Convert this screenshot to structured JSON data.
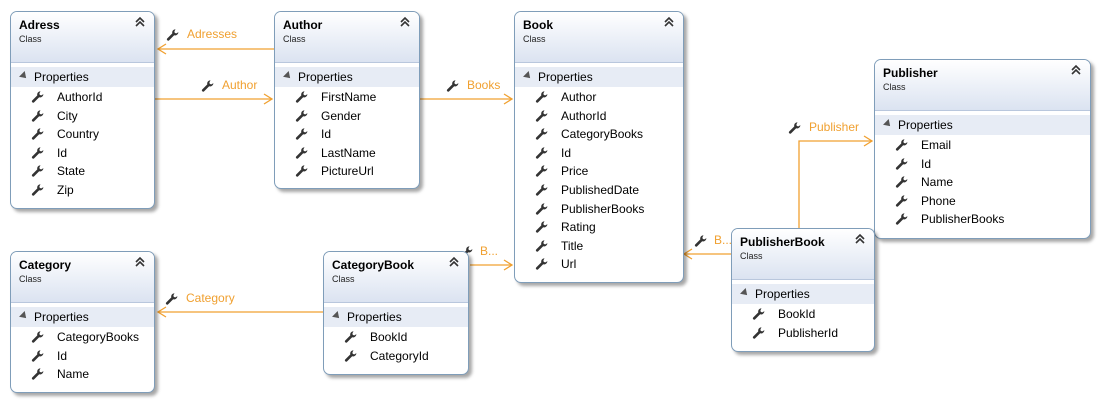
{
  "diagram": {
    "colors": {
      "connector": "#f0a030",
      "border": "#7f9db9",
      "header_from": "#ffffff",
      "header_to": "#dbe3f1"
    },
    "classes": {
      "adress": {
        "name": "Adress",
        "kind": "Class",
        "section": "Properties",
        "props": [
          "AuthorId",
          "City",
          "Country",
          "Id",
          "State",
          "Zip"
        ]
      },
      "author": {
        "name": "Author",
        "kind": "Class",
        "section": "Properties",
        "props": [
          "FirstName",
          "Gender",
          "Id",
          "LastName",
          "PictureUrl"
        ]
      },
      "book": {
        "name": "Book",
        "kind": "Class",
        "section": "Properties",
        "props": [
          "Author",
          "AuthorId",
          "CategoryBooks",
          "Id",
          "Price",
          "PublishedDate",
          "PublisherBooks",
          "Rating",
          "Title",
          "Url"
        ]
      },
      "publisher": {
        "name": "Publisher",
        "kind": "Class",
        "section": "Properties",
        "props": [
          "Email",
          "Id",
          "Name",
          "Phone",
          "PublisherBooks"
        ]
      },
      "category": {
        "name": "Category",
        "kind": "Class",
        "section": "Properties",
        "props": [
          "CategoryBooks",
          "Id",
          "Name"
        ]
      },
      "categorybook": {
        "name": "CategoryBook",
        "kind": "Class",
        "section": "Properties",
        "props": [
          "BookId",
          "CategoryId"
        ]
      },
      "publisherbook": {
        "name": "PublisherBook",
        "kind": "Class",
        "section": "Properties",
        "props": [
          "BookId",
          "PublisherId"
        ]
      }
    },
    "connectors": {
      "adresses": "Adresses",
      "author": "Author",
      "books": "Books",
      "publisher": "Publisher",
      "category": "Category",
      "catbook_book": "B...",
      "pubbook_book": "B..."
    }
  }
}
